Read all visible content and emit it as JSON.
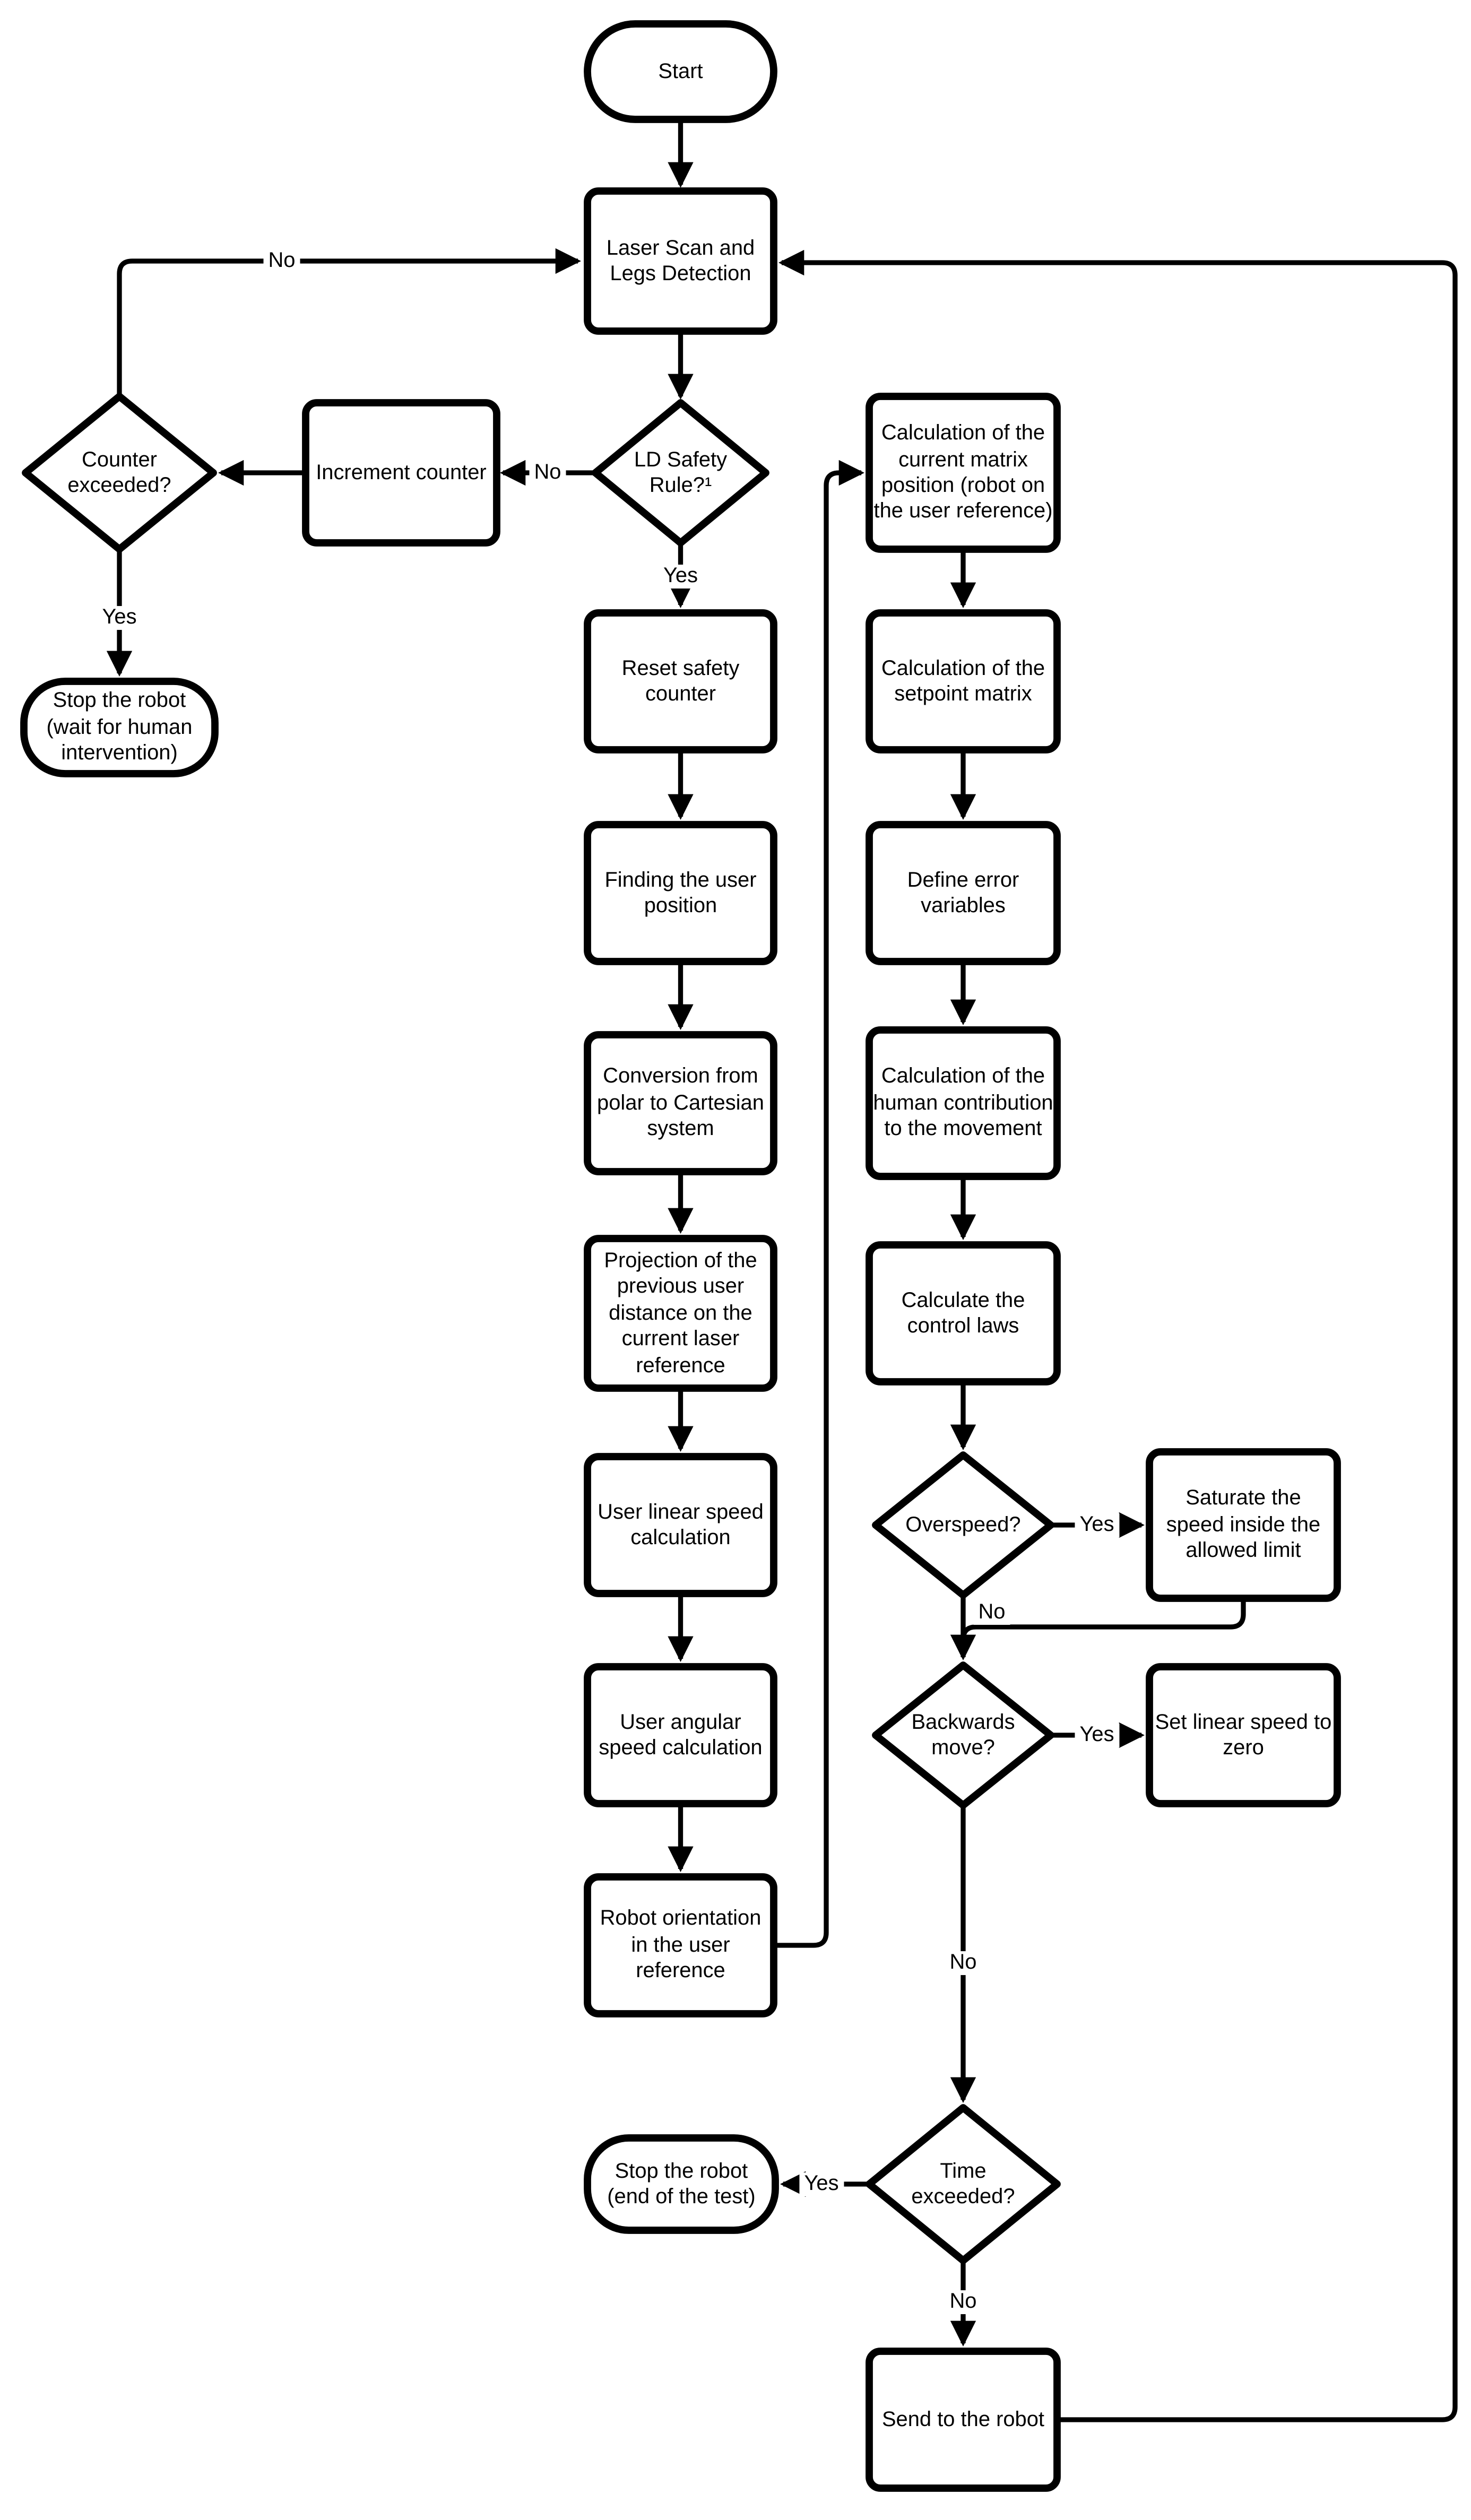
{
  "flowchart": {
    "colors": {
      "background": "#ffffff",
      "stroke": "#000000",
      "node_fill": "#ffffff",
      "text": "#000000"
    },
    "nodes": {
      "start": {
        "label": "Start",
        "type": "terminator"
      },
      "laser_scan": {
        "label": "Laser Scan and Legs Detection",
        "type": "process"
      },
      "ld_safety": {
        "label": "LD Safety Rule?¹",
        "type": "decision"
      },
      "increment_counter": {
        "label": "Increment counter",
        "type": "process"
      },
      "counter_exceeded": {
        "label": "Counter exceeded?",
        "type": "decision"
      },
      "stop_wait": {
        "label": "Stop the robot (wait for human intervention)",
        "type": "terminator"
      },
      "reset_counter": {
        "label": "Reset safety counter",
        "type": "process"
      },
      "finding_user": {
        "label": "Finding the user position",
        "type": "process"
      },
      "conversion": {
        "label": "Conversion from polar to Cartesian system",
        "type": "process"
      },
      "projection": {
        "label": "Projection of the previous user distance on the current laser reference",
        "type": "process"
      },
      "user_linear": {
        "label": "User linear speed calculation",
        "type": "process"
      },
      "user_angular": {
        "label": "User angular speed calculation",
        "type": "process"
      },
      "robot_orientation": {
        "label": "Robot orientation in the user reference",
        "type": "process"
      },
      "calc_current_matrix": {
        "label": "Calculation of the current matrix position (robot on the user reference)",
        "type": "process"
      },
      "calc_setpoint": {
        "label": "Calculation of the setpoint matrix",
        "type": "process"
      },
      "define_error": {
        "label": "Define error variables",
        "type": "process"
      },
      "calc_human": {
        "label": "Calculation of the human contribution to the movement",
        "type": "process"
      },
      "calc_control": {
        "label": "Calculate the control laws",
        "type": "process"
      },
      "overspeed": {
        "label": "Overspeed?",
        "type": "decision"
      },
      "saturate": {
        "label": "Saturate the speed inside the allowed limit",
        "type": "process"
      },
      "backwards": {
        "label": "Backwards move?",
        "type": "decision"
      },
      "set_linear_zero": {
        "label": "Set linear speed to zero",
        "type": "process"
      },
      "time_exceeded": {
        "label": "Time exceeded?",
        "type": "decision"
      },
      "stop_end": {
        "label": "Stop the robot (end of the test)",
        "type": "terminator"
      },
      "send_robot": {
        "label": "Send to the robot",
        "type": "process"
      }
    },
    "edge_labels": {
      "counter_no": "No",
      "ld_no": "No",
      "ld_yes": "Yes",
      "counter_yes": "Yes",
      "overspeed_yes": "Yes",
      "overspeed_no": "No",
      "backwards_yes": "Yes",
      "backwards_no": "No",
      "time_yes": "Yes",
      "time_no": "No"
    },
    "edges": [
      {
        "from": "start",
        "to": "laser_scan",
        "label": ""
      },
      {
        "from": "laser_scan",
        "to": "ld_safety",
        "label": ""
      },
      {
        "from": "ld_safety",
        "to": "increment_counter",
        "label": "No"
      },
      {
        "from": "increment_counter",
        "to": "counter_exceeded",
        "label": ""
      },
      {
        "from": "counter_exceeded",
        "to": "laser_scan",
        "label": "No"
      },
      {
        "from": "counter_exceeded",
        "to": "stop_wait",
        "label": "Yes"
      },
      {
        "from": "ld_safety",
        "to": "reset_counter",
        "label": "Yes"
      },
      {
        "from": "reset_counter",
        "to": "finding_user",
        "label": ""
      },
      {
        "from": "finding_user",
        "to": "conversion",
        "label": ""
      },
      {
        "from": "conversion",
        "to": "projection",
        "label": ""
      },
      {
        "from": "projection",
        "to": "user_linear",
        "label": ""
      },
      {
        "from": "user_linear",
        "to": "user_angular",
        "label": ""
      },
      {
        "from": "user_angular",
        "to": "robot_orientation",
        "label": ""
      },
      {
        "from": "robot_orientation",
        "to": "calc_current_matrix",
        "label": ""
      },
      {
        "from": "calc_current_matrix",
        "to": "calc_setpoint",
        "label": ""
      },
      {
        "from": "calc_setpoint",
        "to": "define_error",
        "label": ""
      },
      {
        "from": "define_error",
        "to": "calc_human",
        "label": ""
      },
      {
        "from": "calc_human",
        "to": "calc_control",
        "label": ""
      },
      {
        "from": "calc_control",
        "to": "overspeed",
        "label": ""
      },
      {
        "from": "overspeed",
        "to": "saturate",
        "label": "Yes"
      },
      {
        "from": "overspeed",
        "to": "backwards",
        "label": "No"
      },
      {
        "from": "saturate",
        "to": "backwards",
        "label": ""
      },
      {
        "from": "backwards",
        "to": "set_linear_zero",
        "label": "Yes"
      },
      {
        "from": "backwards",
        "to": "time_exceeded",
        "label": "No"
      },
      {
        "from": "time_exceeded",
        "to": "stop_end",
        "label": "Yes"
      },
      {
        "from": "time_exceeded",
        "to": "send_robot",
        "label": "No"
      },
      {
        "from": "send_robot",
        "to": "laser_scan",
        "label": ""
      }
    ]
  }
}
